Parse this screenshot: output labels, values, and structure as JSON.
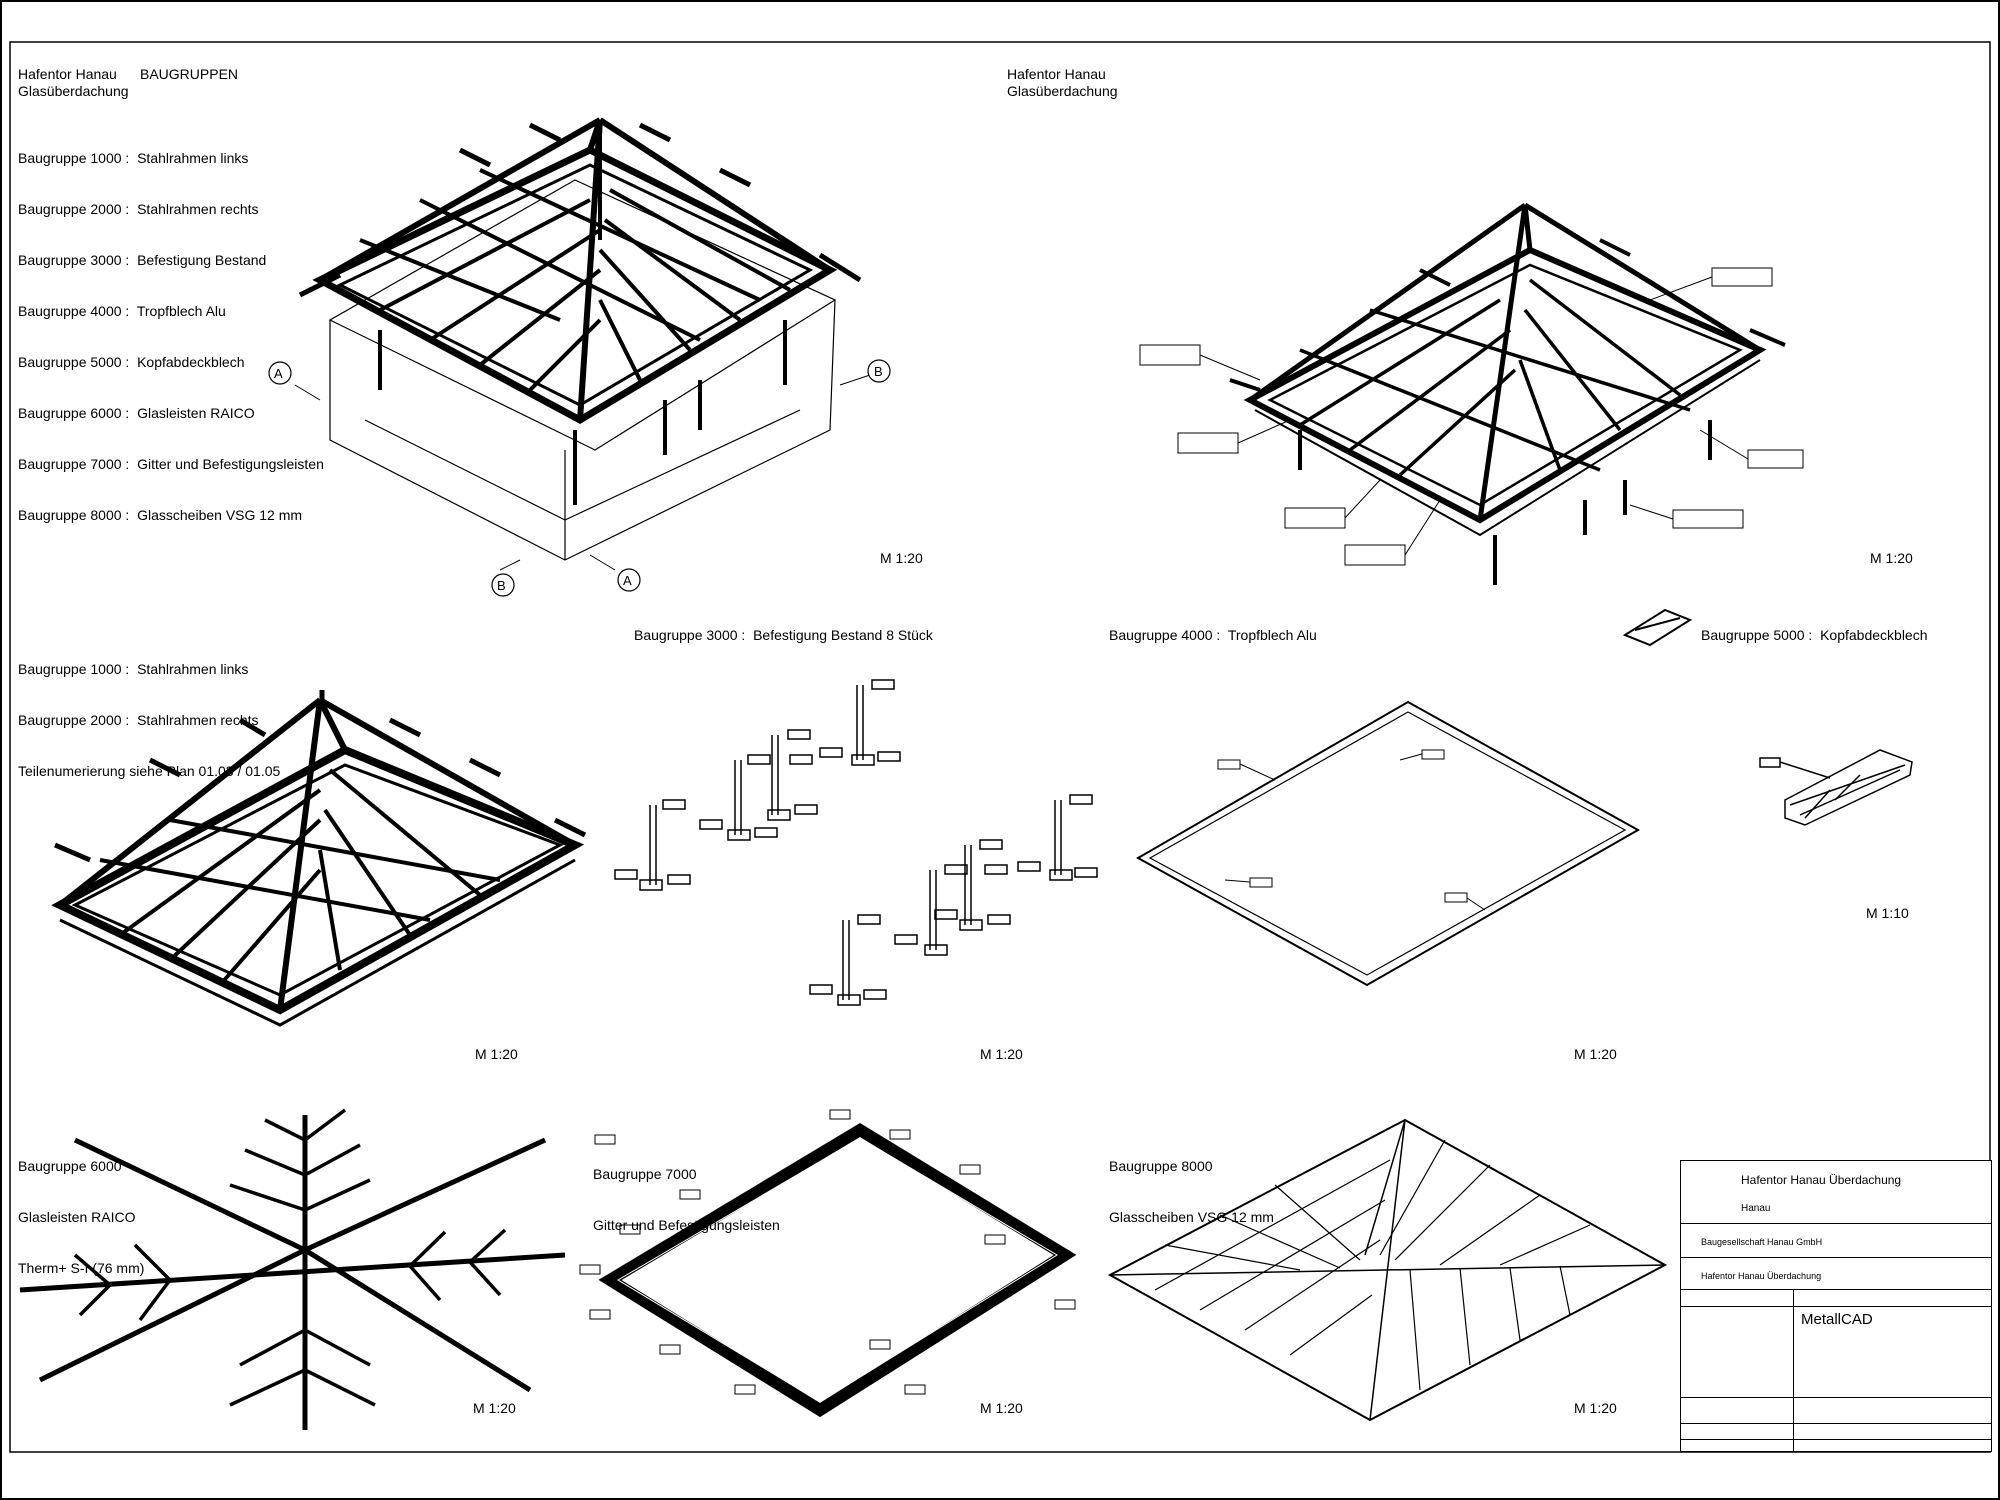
{
  "sheet": {
    "panel_top_left": {
      "project": "Hafentor Hanau",
      "heading": "BAUGRUPPEN",
      "subtitle": "Glasüberdachung",
      "groups": [
        "Baugruppe 1000 :  Stahlrahmen links",
        "Baugruppe 2000 :  Stahlrahmen rechts",
        "Baugruppe 3000 :  Befestigung Bestand",
        "Baugruppe 4000 :  Tropfblech Alu",
        "Baugruppe 5000 :  Kopfabdeckblech",
        "Baugruppe 6000 :  Glasleisten RAICO",
        "Baugruppe 7000 :  Gitter und Befestigungsleisten",
        "Baugruppe 8000 :  Glasscheiben VSG 12 mm"
      ],
      "section_markers": [
        "A",
        "B",
        "B",
        "A"
      ],
      "scale": "M 1:20"
    },
    "panel_top_right": {
      "project": "Hafentor Hanau",
      "subtitle": "Glasüberdachung",
      "scale": "M 1:20"
    },
    "panel_mid_1": {
      "lines": [
        "Baugruppe 1000 :  Stahlrahmen links",
        "Baugruppe 2000 :  Stahlrahmen rechts",
        "Teilenumerierung siehe Plan 01.03 / 01.05"
      ],
      "scale": "M 1:20"
    },
    "panel_mid_2": {
      "title": "Baugruppe 3000 :  Befestigung Bestand 8 Stück",
      "scale": "M 1:20"
    },
    "panel_mid_3": {
      "title": "Baugruppe 4000 :  Tropfblech Alu",
      "scale": "M 1:20"
    },
    "panel_mid_4": {
      "title": "Baugruppe 5000 :  Kopfabdeckblech",
      "scale": "M 1:10"
    },
    "panel_bot_1": {
      "lines": [
        "Baugruppe 6000",
        "Glasleisten RAICO",
        "Therm+ S-I (76 mm)"
      ],
      "scale": "M 1:20"
    },
    "panel_bot_2": {
      "lines": [
        "Baugruppe 7000",
        "Gitter und Befestigungsleisten"
      ],
      "scale": "M 1:20"
    },
    "panel_bot_3": {
      "lines": [
        "Baugruppe 8000",
        "Glasscheiben VSG 12 mm"
      ],
      "scale": "M 1:20"
    },
    "title_block": {
      "project": "Hafentor Hanau Überdachung",
      "location": "Hanau",
      "client": "Baugesellschaft Hanau GmbH",
      "object": "Hafentor Hanau Überdachung",
      "company": "MetallCAD"
    }
  }
}
